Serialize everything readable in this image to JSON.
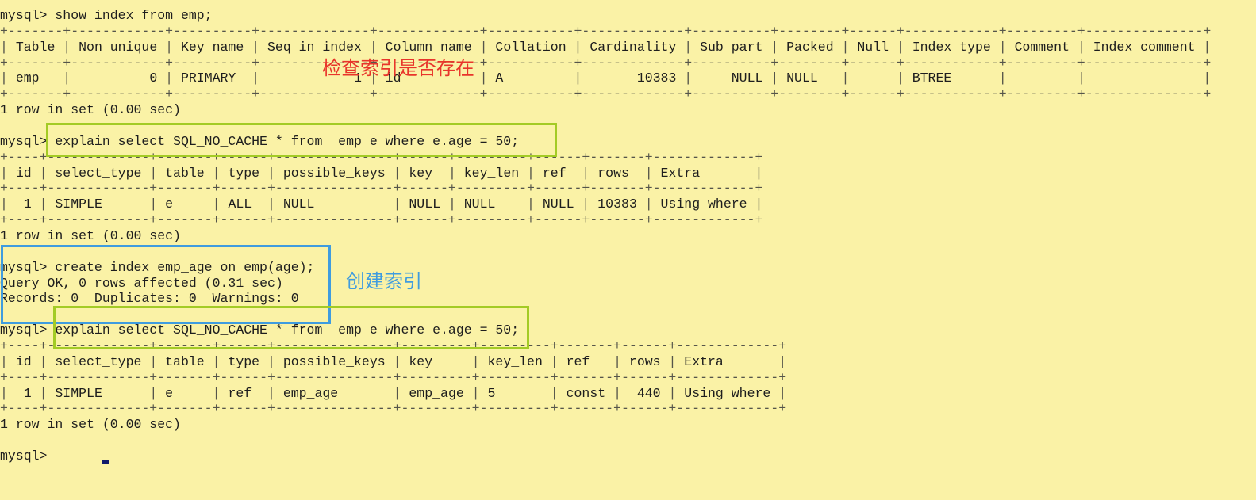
{
  "theme": {
    "background": "#FAF2A6",
    "text": "#1E1E1E",
    "cursor": "#101A6B"
  },
  "terminal": {
    "prompt": "mysql>",
    "blocks": [
      {
        "command": "show index from emp;",
        "table": {
          "headers": [
            "Table",
            "Non_unique",
            "Key_name",
            "Seq_in_index",
            "Column_name",
            "Collation",
            "Cardinality",
            "Sub_part",
            "Packed",
            "Null",
            "Index_type",
            "Comment",
            "Index_comment"
          ],
          "rows": [
            [
              "emp",
              "0",
              "PRIMARY",
              "1",
              "id",
              "A",
              "10383",
              "NULL",
              "NULL",
              "",
              "BTREE",
              "",
              ""
            ]
          ]
        },
        "output": [
          "1 row in set (0.00 sec)"
        ]
      },
      {
        "command": "explain select SQL_NO_CACHE * from  emp e where e.age = 50;",
        "table": {
          "headers": [
            "id",
            "select_type",
            "table",
            "type",
            "possible_keys",
            "key",
            "key_len",
            "ref",
            "rows",
            "Extra"
          ],
          "rows": [
            [
              "1",
              "SIMPLE",
              "e",
              "ALL",
              "NULL",
              "NULL",
              "NULL",
              "NULL",
              "10383",
              "Using where"
            ]
          ]
        },
        "output": [
          "1 row in set (0.00 sec)"
        ]
      },
      {
        "command": "create index emp_age on emp(age);",
        "output": [
          "Query OK, 0 rows affected (0.31 sec)",
          "Records: 0  Duplicates: 0  Warnings: 0"
        ]
      },
      {
        "command": "explain select SQL_NO_CACHE * from  emp e where e.age = 50;",
        "table": {
          "headers": [
            "id",
            "select_type",
            "table",
            "type",
            "possible_keys",
            "key",
            "key_len",
            "ref",
            "rows",
            "Extra"
          ],
          "rows": [
            [
              "1",
              "SIMPLE",
              "e",
              "ref",
              "emp_age",
              "emp_age",
              "5",
              "const",
              "440",
              "Using where"
            ]
          ]
        },
        "output": [
          "1 row in set (0.00 sec)"
        ]
      }
    ],
    "input": ""
  },
  "annotations": {
    "check_index": {
      "text": "检查索引是否存在",
      "color": "#E8352B"
    },
    "create_index": {
      "text": "创建索引",
      "color": "#3F9CDF"
    },
    "highlight_green": "#A3CB25",
    "highlight_blue": "#3F9CDF"
  }
}
